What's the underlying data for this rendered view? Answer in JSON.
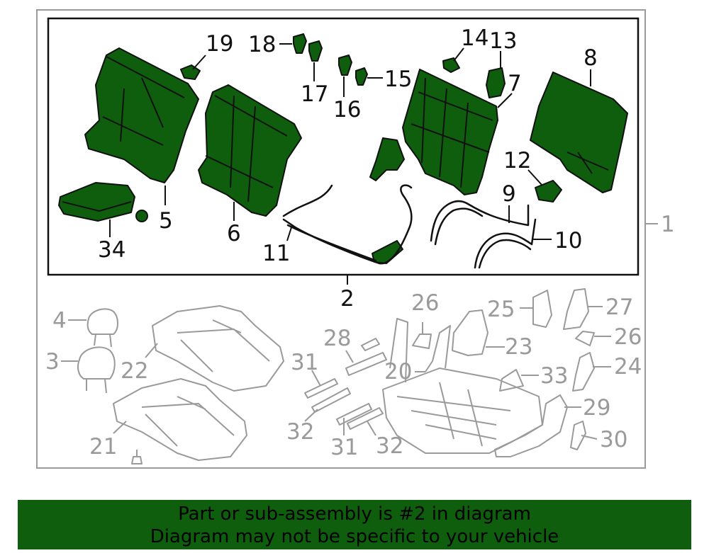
{
  "colors": {
    "highlight_fill": "#0e5e0e",
    "dark_stroke": "#111111",
    "gray_stroke": "#9a9a9a",
    "banner_bg": "#0e5e0e"
  },
  "callouts": {
    "c1": "1",
    "c2": "2",
    "c3": "3",
    "c4": "4",
    "c5": "5",
    "c6": "6",
    "c7": "7",
    "c8": "8",
    "c9": "9",
    "c10": "10",
    "c11": "11",
    "c12": "12",
    "c13": "13",
    "c14": "14",
    "c15": "15",
    "c16": "16",
    "c17": "17",
    "c18": "18",
    "c19": "19",
    "c20": "20",
    "c21": "21",
    "c22": "22",
    "c23": "23",
    "c24": "24",
    "c25": "25",
    "c26a": "26",
    "c26b": "26",
    "c27": "27",
    "c28": "28",
    "c29": "29",
    "c30": "30",
    "c31a": "31",
    "c31b": "31",
    "c32a": "32",
    "c32b": "32",
    "c33": "33",
    "c34": "34"
  },
  "banner": {
    "line1": "Part or sub-assembly is #2 in diagram",
    "line2": "Diagram may not be specific to your vehicle"
  }
}
